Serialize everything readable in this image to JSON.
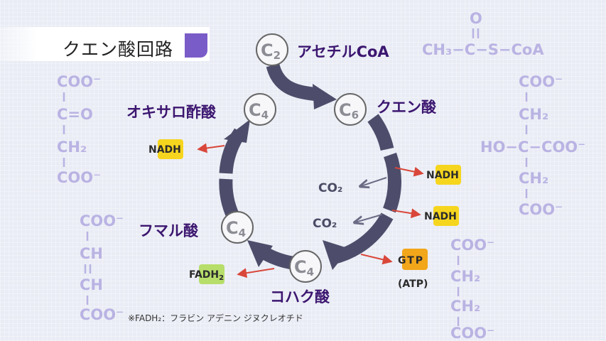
{
  "title": "クエン酸回路",
  "acetyl": {
    "node": "C",
    "sub": "2",
    "label": "アセチルCoA",
    "formula_top": "O",
    "formula_main": "CH₃−C−S−CoA"
  },
  "citrate": {
    "node": "C",
    "sub": "6",
    "label": "クエン酸"
  },
  "oxalo": {
    "node": "C",
    "sub": "4",
    "label": "オキサロ酢酸"
  },
  "fumar": {
    "node": "C",
    "sub": "4",
    "label": "フマル酸"
  },
  "succ": {
    "node": "C",
    "sub": "4",
    "label": "コハク酸"
  },
  "left_formula": [
    "COO⁻",
    "C=O",
    "CH₂",
    "COO⁻"
  ],
  "right_formula": {
    "top": "COO⁻",
    "ch2a": "CH₂",
    "mid": "HO−C−COO⁻",
    "ch2b": "CH₂",
    "bottom": "COO⁻"
  },
  "fumar_formula": [
    "COO⁻",
    "CH",
    "CH",
    "COO⁻"
  ],
  "succ_formula": [
    "COO⁻",
    "CH₂",
    "CH₂",
    "COO⁻"
  ],
  "co2_labels": [
    "CO₂",
    "CO₂"
  ],
  "nadh_labels": [
    "NADH",
    "NADH",
    "NADH"
  ],
  "gtp": {
    "label": "GTP",
    "atp": "(ATP)"
  },
  "fadh2": {
    "main": "FADH",
    "sub": "2"
  },
  "footnote": "※FADH₂：フラビン アデニン ジヌクレオチド",
  "colors": {
    "cycle": "#4d4d6b",
    "label": "#3c1670",
    "bg_formula": "#b9b3e3",
    "arrow_red": "#d9473a",
    "nadh": "#f6d51e",
    "gtp": "#f2a61a",
    "fadh": "#b7de6b"
  }
}
